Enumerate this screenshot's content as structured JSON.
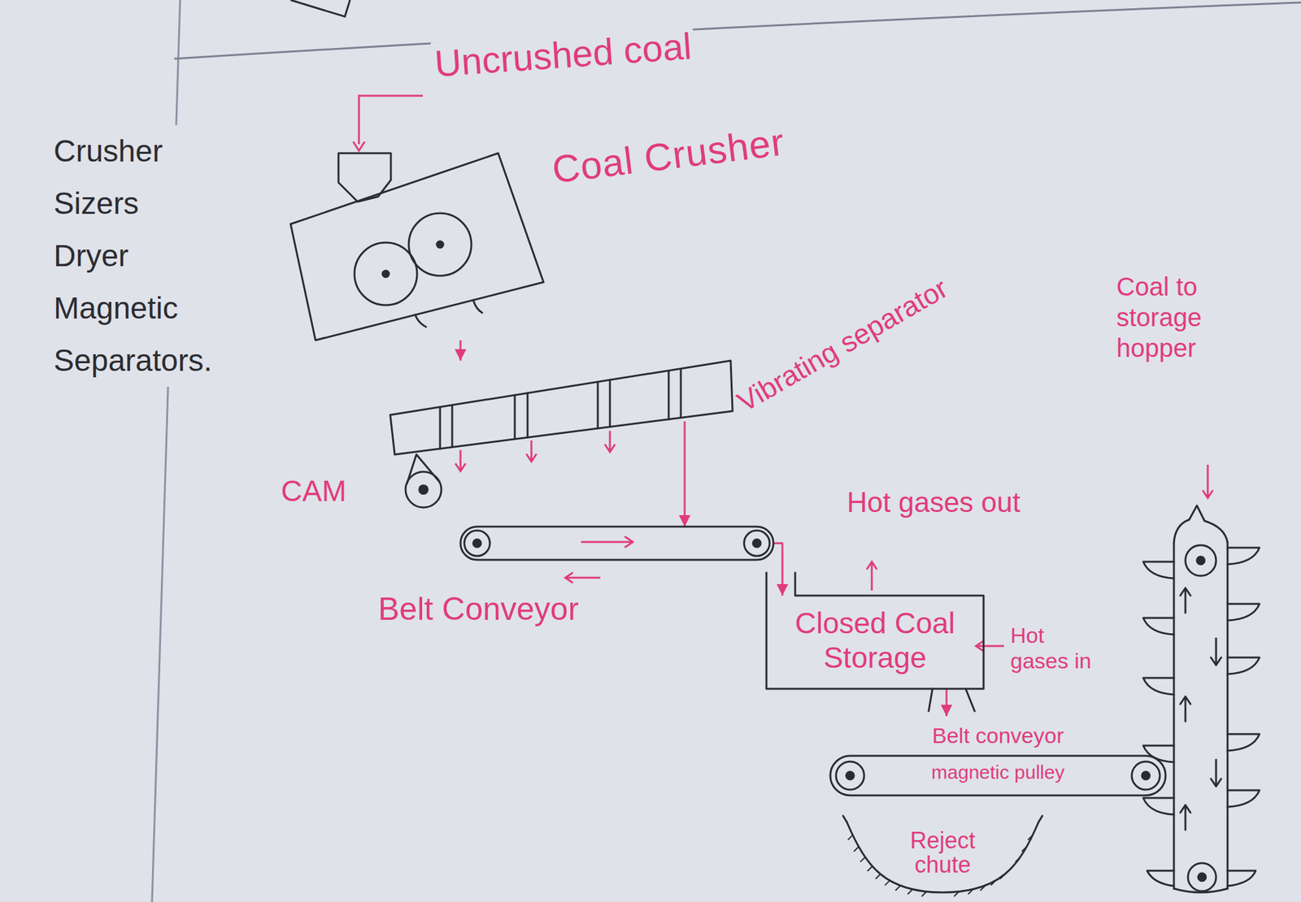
{
  "diagram": {
    "nodes": [
      {
        "text": [
          "Coal Crusher"
        ]
      },
      {
        "text": [
          "Vibrating separator"
        ]
      },
      {
        "text": [
          "Belt Conveyor"
        ]
      },
      {
        "text": [
          "Closed Coal Storage"
        ]
      },
      {
        "text": [
          "Belt conveyor",
          "magnetic pulley"
        ]
      },
      {
        "text": [
          "Reject chute"
        ]
      }
    ],
    "edges": [
      {
        "from": 0,
        "to": 1,
        "arrow": "to"
      },
      {
        "from": 1,
        "to": 2,
        "arrow": "to"
      },
      {
        "from": 2,
        "to": 3,
        "arrow": "to"
      },
      {
        "from": 3,
        "to": 4,
        "arrow": "to"
      }
    ],
    "labels": [
      "Crusher Sizers Dryer Magnetic Separators.",
      "Uncrushed coal",
      "CAM",
      "Hot gases out",
      "Hot gases in",
      "Coal to storage hopper"
    ]
  }
}
